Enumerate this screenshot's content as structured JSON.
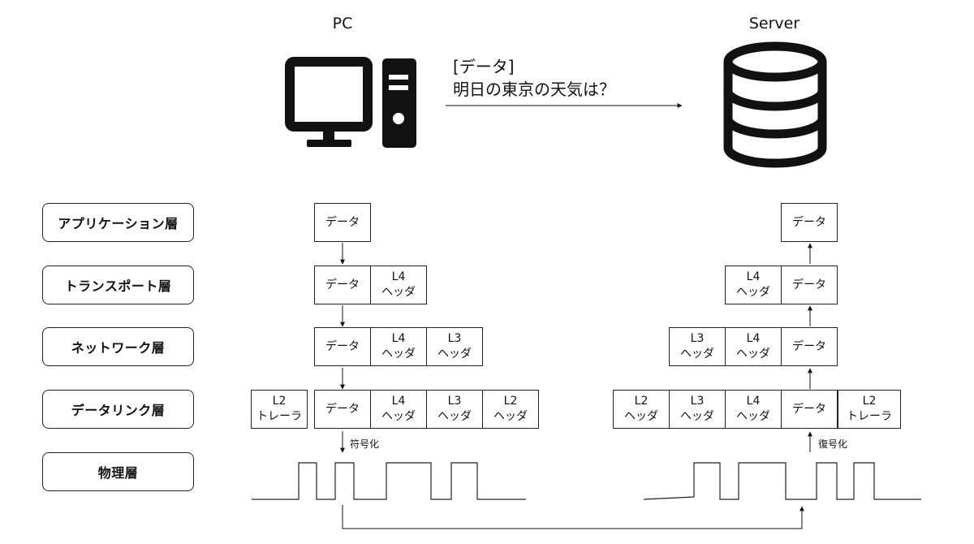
{
  "hosts": {
    "pc_label": "PC",
    "server_label": "Server"
  },
  "message": {
    "line1": "[データ]",
    "line2": "明日の東京の天気は？"
  },
  "layers": {
    "application": "アプリケーション層",
    "transport": "トランスポート層",
    "network": "ネットワーク層",
    "datalink": "データリンク層",
    "physical": "物理層"
  },
  "cells": {
    "data": "データ",
    "l4": "L4",
    "l3": "L3",
    "l2": "L2",
    "header": "ヘッダ",
    "trailer": "トレーラ"
  },
  "encode_label": "符号化",
  "decode_label": "復号化"
}
